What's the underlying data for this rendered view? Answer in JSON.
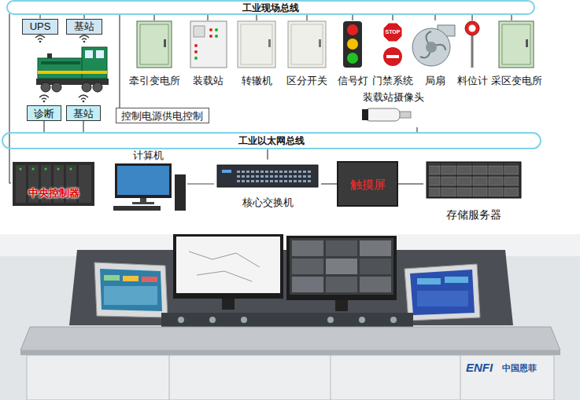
{
  "diagram": {
    "nodes": [
      {
        "text": [
          "工业现场总线"
        ]
      },
      {
        "text": [
          "UPS"
        ]
      },
      {
        "text": [
          "基站"
        ]
      },
      {
        "text": [
          "诊断"
        ]
      },
      {
        "text": [
          "基站"
        ]
      },
      {
        "text": [
          "牵引变电所"
        ]
      },
      {
        "text": [
          "装载站"
        ]
      },
      {
        "text": [
          "转辙机"
        ]
      },
      {
        "text": [
          "区分开关"
        ]
      },
      {
        "text": [
          "信号灯"
        ]
      },
      {
        "text": [
          "门禁系统"
        ]
      },
      {
        "text": [
          "局扇"
        ]
      },
      {
        "text": [
          "料位计"
        ]
      },
      {
        "text": [
          "采区变电所"
        ]
      },
      {
        "text": [
          "装载站摄像头"
        ]
      },
      {
        "text": [
          "控制电源供电控制"
        ]
      },
      {
        "text": [
          "工业以太网总线"
        ]
      },
      {
        "text": [
          "中央控制器"
        ]
      },
      {
        "text": [
          "计算机"
        ]
      },
      {
        "text": [
          "核心交换机"
        ]
      },
      {
        "text": [
          "触摸屏"
        ]
      },
      {
        "text": [
          "存储服务器"
        ]
      }
    ],
    "edges": [
      {
        "from": 0,
        "to": 1,
        "arrow": "none"
      },
      {
        "from": 0,
        "to": 2,
        "arrow": "none"
      },
      {
        "from": 3,
        "to": 16,
        "arrow": "none"
      },
      {
        "from": 4,
        "to": 16,
        "arrow": "none"
      },
      {
        "from": 15,
        "to": 0,
        "arrow": "none"
      },
      {
        "from": 0,
        "to": 5,
        "arrow": "none"
      },
      {
        "from": 0,
        "to": 6,
        "arrow": "none"
      },
      {
        "from": 0,
        "to": 7,
        "arrow": "none"
      },
      {
        "from": 0,
        "to": 8,
        "arrow": "none"
      },
      {
        "from": 0,
        "to": 9,
        "arrow": "none"
      },
      {
        "from": 0,
        "to": 10,
        "arrow": "none"
      },
      {
        "from": 0,
        "to": 11,
        "arrow": "none"
      },
      {
        "from": 0,
        "to": 12,
        "arrow": "none"
      },
      {
        "from": 0,
        "to": 13,
        "arrow": "none"
      },
      {
        "from": 0,
        "to": 17,
        "arrow": "none"
      },
      {
        "from": 14,
        "to": 16,
        "arrow": "none"
      },
      {
        "from": 16,
        "to": 19,
        "arrow": "none"
      },
      {
        "from": 18,
        "to": 19,
        "arrow": "none"
      },
      {
        "from": 19,
        "to": 20,
        "arrow": "none"
      },
      {
        "from": 20,
        "to": 21,
        "arrow": "none"
      }
    ],
    "labels": [
      "STOP",
      "ENFI",
      "中国恩菲"
    ]
  }
}
